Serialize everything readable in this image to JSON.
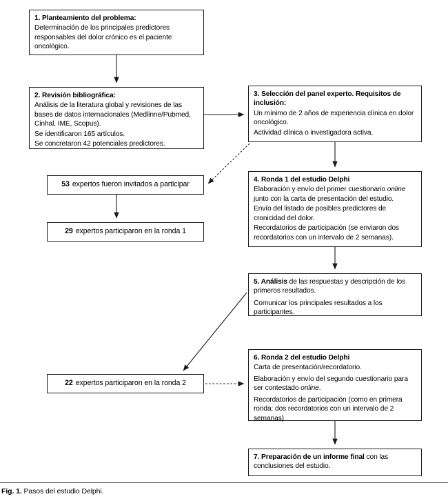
{
  "figure": {
    "caption_label": "Fig. 1.",
    "caption_text": "Pasos del estudio Delphi."
  },
  "boxes": {
    "step1": {
      "heading": "1. Planteamiento del problema:",
      "body": "Determinación de los principales predictores responsables del dolor crónico es el paciente oncológico."
    },
    "step2": {
      "heading": "2. Revisión bibliográfica:",
      "line1": "Análisis de la literatura global y revisiones de las bases de datos internacionales (Medlinne/Pubmed, Cinhal, IME, Scopus).",
      "line2": "Se identificaron 165 artículos.",
      "line3": "Se concretaron 42 potenciales predictores."
    },
    "step3": {
      "heading": "3. Selección del panel experto. Requisitos de inclusión:",
      "line1": "Un mínimo de 2 años de experiencia clínica en dolor oncológico.",
      "line2": "Actividad clínica o investigadora activa."
    },
    "step4": {
      "heading": "4. Ronda 1 del estudio Delphi",
      "line1_a": "Elaboración y envío del primer cuestionario ",
      "line1_italic": "online",
      "line1_b": " junto con la carta de presentación del estudio.",
      "line2": "Envío del listado de posibles predictores de cronicidad del dolor.",
      "line3": "Recordatorios de participación (se enviaron dos recordatorios con un intervalo de 2 semanas)."
    },
    "step5": {
      "heading_num": "5. ",
      "heading_bold": "Análisis",
      "heading_rest": " de las respuestas y descripción de los primeros resultados.",
      "line2": "Comunicar los principales resultados a los participantes."
    },
    "step6": {
      "heading": "6. Ronda 2 del estudio Delphi",
      "line1": "Carta de presentación/recordatorio.",
      "line2_a": "Elaboración y envío del segundo cuestionario para ser contestado ",
      "line2_italic": "online",
      "line2_b": ".",
      "line3": "Recordatorios de participación (como en primera ronda: dos recordatorios con un intervalo de 2 semanas)"
    },
    "step7": {
      "heading_num": "7. ",
      "heading_bold": "Preparación de un informe final",
      "heading_rest": " con las conclusiones del estudio."
    },
    "invited": {
      "number": "53",
      "text": "expertos fueron invitados a participar"
    },
    "round1_participants": {
      "number": "29",
      "text": "expertos participaron en la ronda 1"
    },
    "round2_participants": {
      "number": "22",
      "text": "expertos participaron en la ronda 2"
    }
  }
}
